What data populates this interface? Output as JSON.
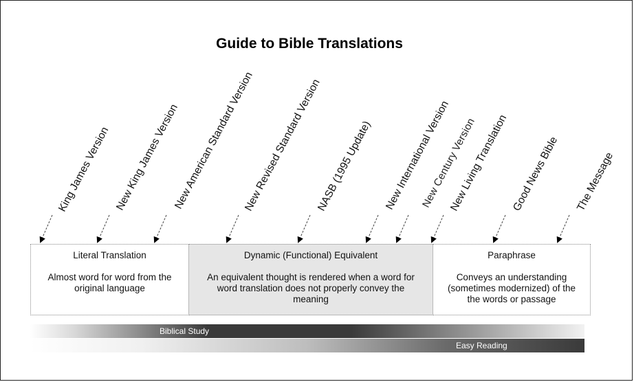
{
  "title": "Guide to Bible Translations",
  "versions": [
    "King James Version",
    "New King James Version",
    "New American Standard Version",
    "New Revised Standard Version",
    "NASB (1995 Update)",
    "New International Version",
    "New Century Version",
    "New Living Translation",
    "Good News Bible",
    "The Message"
  ],
  "categories": [
    {
      "name": "Literal Translation",
      "description": "Almost word for word from the original language"
    },
    {
      "name": "Dynamic (Functional) Equivalent",
      "description": "An equivalent thought is rendered when a word for word translation does not properly convey the meaning"
    },
    {
      "name": "Paraphrase",
      "description": "Conveys an understanding (sometimes modernized) of the the words or passage"
    }
  ],
  "scales": {
    "study": "Biblical Study",
    "reading": "Easy Reading"
  }
}
